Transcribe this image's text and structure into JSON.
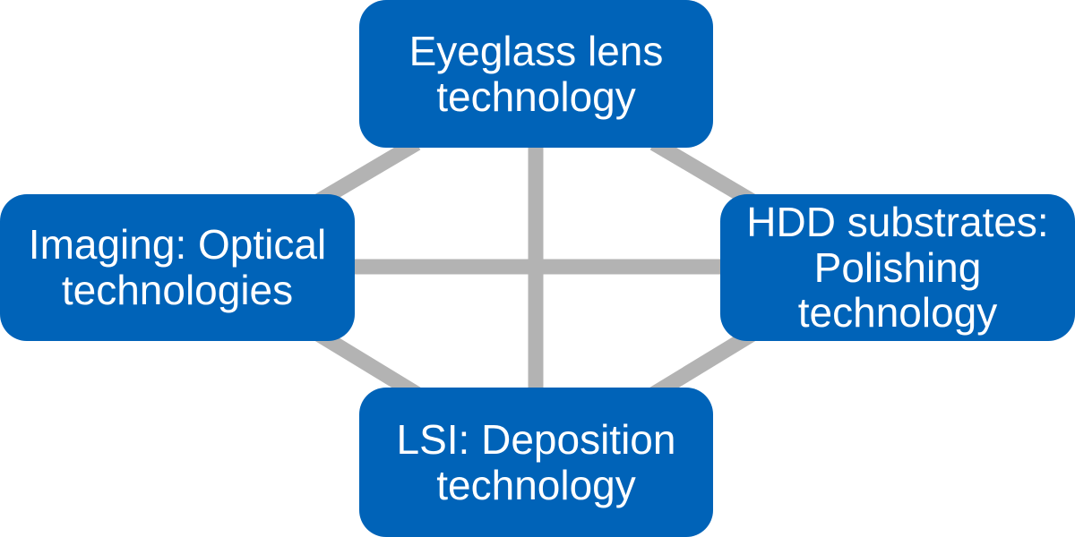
{
  "colors": {
    "node_fill": "#0063B8",
    "node_text": "#FFFFFF",
    "connector": "#B3B3B3",
    "background": "#FFFFFF"
  },
  "nodes": {
    "top": {
      "label": "Eyeglass lens\ntechnology"
    },
    "left": {
      "label": "Imaging: Optical\ntechnologies"
    },
    "right": {
      "label": "HDD substrates:\nPolishing\ntechnology"
    },
    "bottom": {
      "label": "LSI: Deposition\ntechnology"
    }
  }
}
